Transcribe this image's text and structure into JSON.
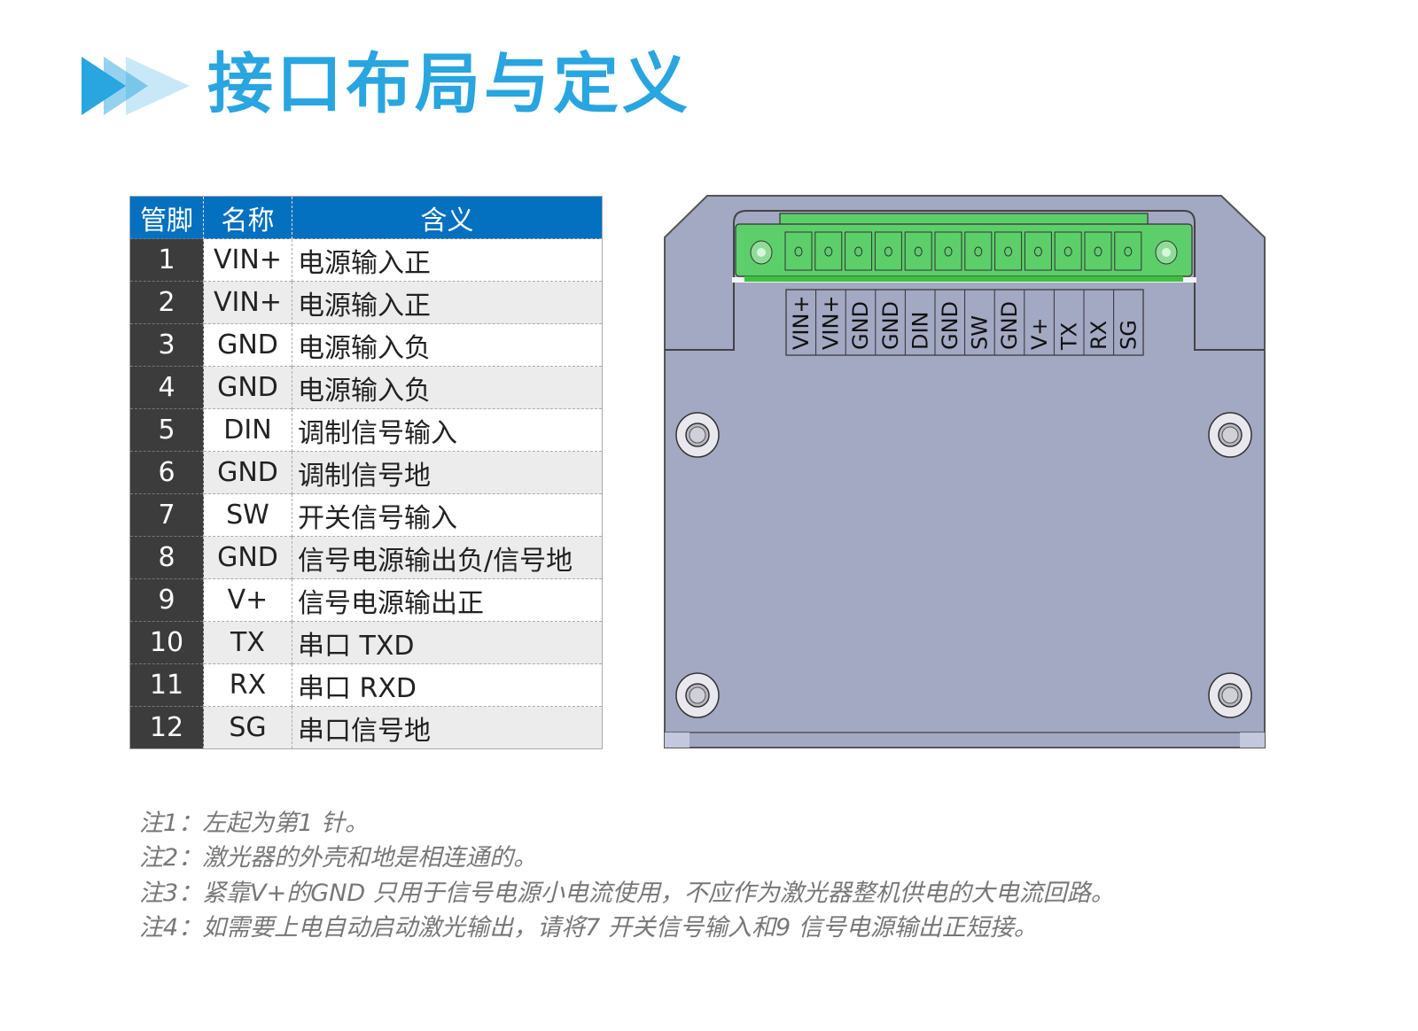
{
  "title": "接口布局与定义",
  "table": {
    "headers": [
      "管脚",
      "名称",
      "含义"
    ],
    "rows": [
      {
        "pin": "1",
        "name": "VIN+",
        "meaning": "电源输入正"
      },
      {
        "pin": "2",
        "name": "VIN+",
        "meaning": "电源输入正"
      },
      {
        "pin": "3",
        "name": "GND",
        "meaning": "电源输入负"
      },
      {
        "pin": "4",
        "name": "GND",
        "meaning": "电源输入负"
      },
      {
        "pin": "5",
        "name": "DIN",
        "meaning": "调制信号输入"
      },
      {
        "pin": "6",
        "name": "GND",
        "meaning": "调制信号地"
      },
      {
        "pin": "7",
        "name": "SW",
        "meaning": "开关信号输入"
      },
      {
        "pin": "8",
        "name": "GND",
        "meaning": "信号电源输出负/信号地"
      },
      {
        "pin": "9",
        "name": "V+",
        "meaning": "信号电源输出正"
      },
      {
        "pin": "10",
        "name": "TX",
        "meaning": "串口 TXD"
      },
      {
        "pin": "11",
        "name": "RX",
        "meaning": "串口 RXD"
      },
      {
        "pin": "12",
        "name": "SG",
        "meaning": "串口信号地"
      }
    ]
  },
  "connector_labels": [
    "VIN+",
    "VIN+",
    "GND",
    "GND",
    "DIN",
    "GND",
    "SW",
    "GND",
    "V+",
    "TX",
    "RX",
    "SG"
  ],
  "notes": [
    "注1：左起为第1 针。",
    "注2：激光器的外壳和地是相连通的。",
    "注3：紧靠V+的GND 只用于信号电源小电流使用，不应作为激光器整机供电的大电流回路。",
    "注4：如需要上电自动启动激光输出，请将7 开关信号输入和9 信号电源输出正短接。"
  ],
  "colors": {
    "title": "#29a5e0",
    "header": "#0470c0",
    "pin_cell": "#3c3c3c",
    "device": "#a3a8c3",
    "connector": "#5ccf6a"
  }
}
